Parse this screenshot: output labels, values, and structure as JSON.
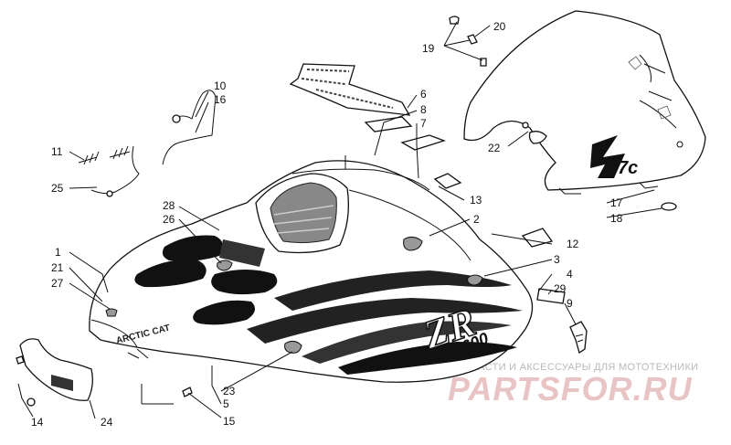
{
  "labels": {
    "l1": "1",
    "l2": "2",
    "l3": "3",
    "l4": "4",
    "l5": "5",
    "l6": "6",
    "l7": "7",
    "l8": "8",
    "l9": "9",
    "l10": "10",
    "l11": "11",
    "l12": "12",
    "l13": "13",
    "l14": "14",
    "l15": "15",
    "l16": "16",
    "l17": "17",
    "l18": "18",
    "l19": "19",
    "l20": "20",
    "l21": "21",
    "l22": "22",
    "l23": "23",
    "l24": "24",
    "l25": "25",
    "l26": "26",
    "l27": "27",
    "l28": "28",
    "l29": "29"
  },
  "hood": {
    "brand": "ARCTIC CAT",
    "model_script": "ZR",
    "model_number": "600",
    "windshield_badge": "7c"
  },
  "watermark": {
    "tagline": "ЗАПЧАСТИ И АКСЕССУАРЫ ДЛЯ МОТОТЕХНИКИ",
    "site": "PARTSFOR.RU"
  },
  "colors": {
    "line": "#111111",
    "watermark_text": "#e8c4c4",
    "watermark_tagline": "#b9b9b9"
  }
}
